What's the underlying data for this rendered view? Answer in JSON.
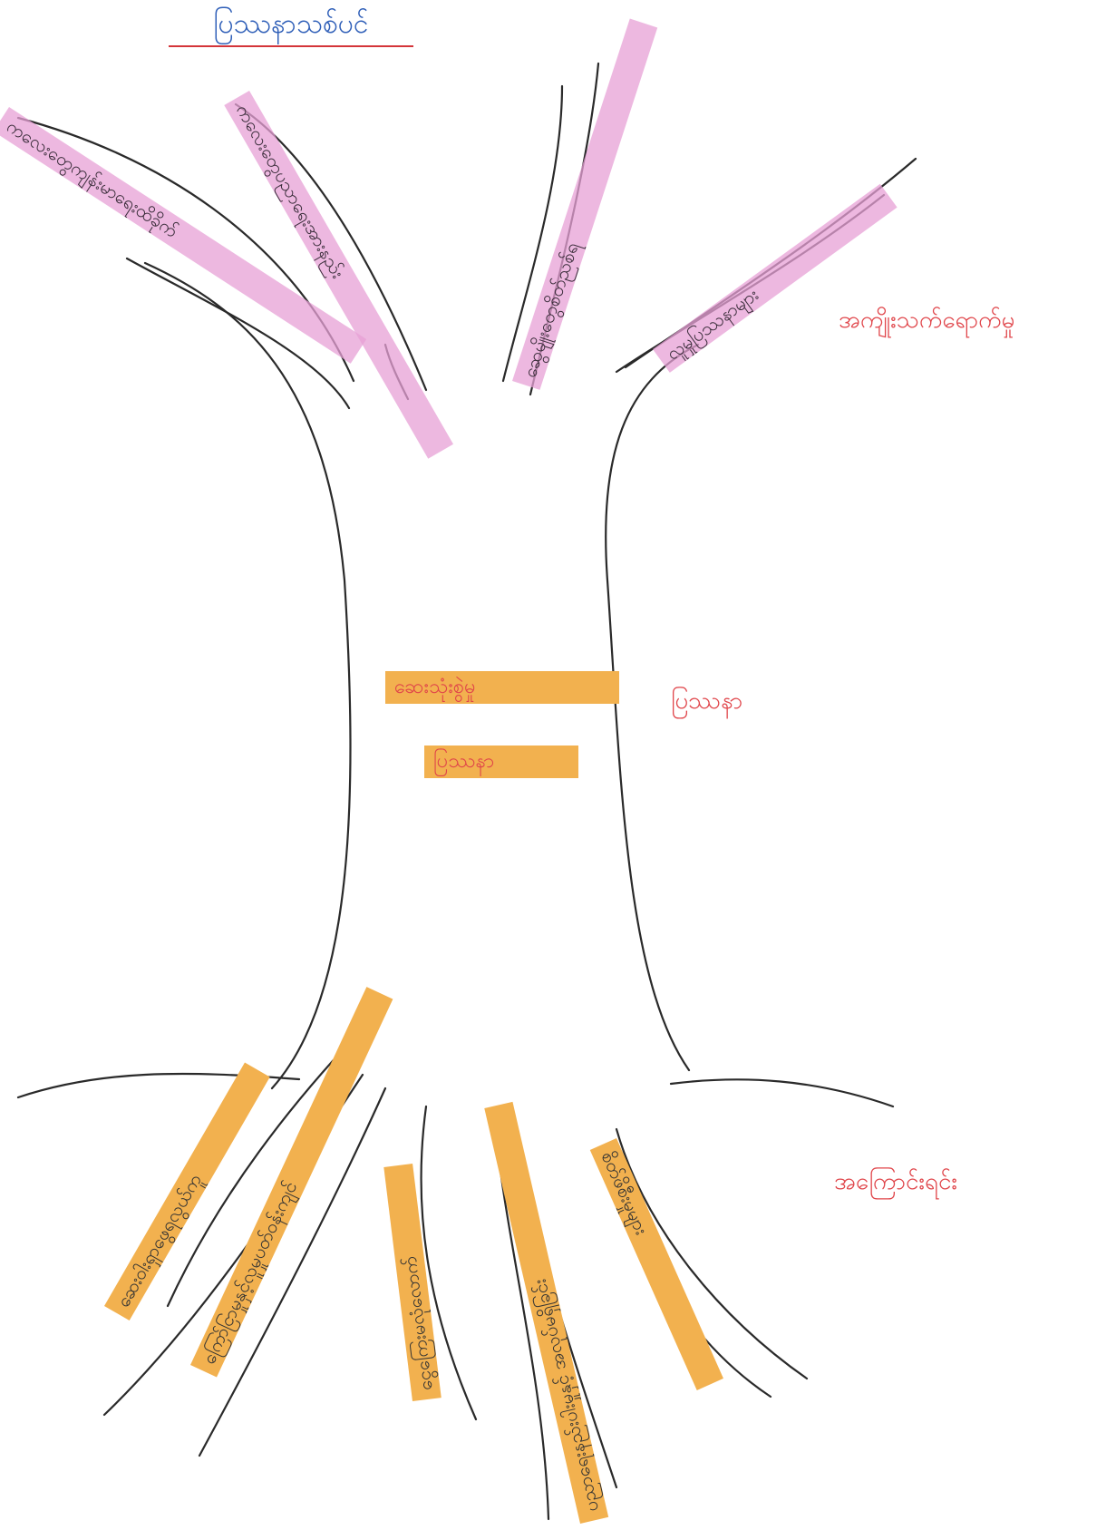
{
  "title": "ပြဿနာသစ်ပင်",
  "labels": {
    "effects": "အကျိုးသက်ရောက်မှု",
    "problem": "ပြဿနာ",
    "causes": "အကြောင်းရင်း"
  },
  "trunk_cards": [
    "ဆေးသုံးစွဲမှု",
    "ပြဿနာ"
  ],
  "effect_cards": [
    "ကလေးတွေကျန်းမာရေးထိခိုက်",
    "ကလေးတွေပညာရေးအားနည်း",
    "ဆွေမျိုးတွေစိတ်ညစ်ရ",
    "လူမှုပြဿနာများ"
  ],
  "cause_cards": [
    "ဆေးဝါးရှာဖွေရလွယ်ကူ",
    "ကြော်ငြာမှုနှင့်လူမှုပတ်ဝန်းကျင်",
    "ငွေကြေးမလုံလောက်",
    "ပညာရေးနည်းပါးမှုနှင့် အလုပ်မရှိခြင်း",
    "စိတ်ဖိစီးမှုများ"
  ],
  "colors": {
    "title": "#2f5fb8",
    "underline": "#d4353a",
    "labels": "#e0454a",
    "pink_highlight": "#e7a0d6",
    "orange_highlight": "#f2b14f",
    "ink": "#2a2a2a"
  }
}
